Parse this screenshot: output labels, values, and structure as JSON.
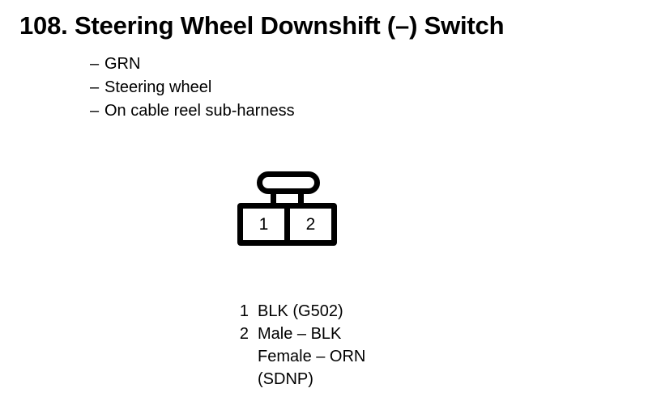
{
  "page": {
    "title": "108. Steering Wheel Downshift (–) Switch",
    "background_color": "#ffffff",
    "ink_color": "#000000"
  },
  "descriptors": {
    "dash": "–",
    "items": [
      "GRN",
      "Steering wheel",
      "On cable reel sub-harness"
    ]
  },
  "connector": {
    "name": "2-cavity connector",
    "cavities": [
      {
        "number": "1"
      },
      {
        "number": "2"
      }
    ]
  },
  "pin_legend": {
    "rows": [
      {
        "pin": "1",
        "text": "BLK (G502)",
        "continuation": false
      },
      {
        "pin": "2",
        "text": "Male – BLK",
        "continuation": false
      },
      {
        "pin": "",
        "text": "Female – ORN",
        "continuation": true
      },
      {
        "pin": "",
        "text": "(SDNP)",
        "continuation": true
      }
    ]
  }
}
